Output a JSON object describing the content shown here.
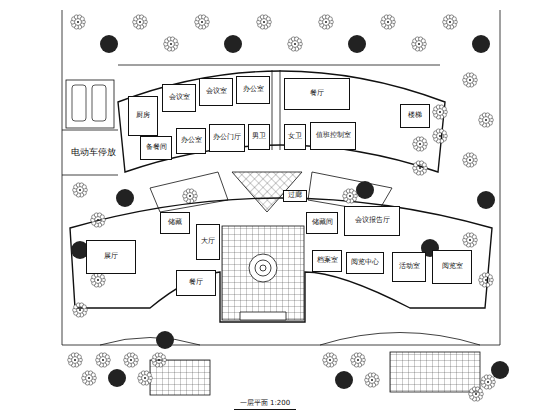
{
  "diagram": {
    "title": "一层平面 1:200",
    "nodes": [
      {
        "text": [
          "厨房"
        ]
      },
      {
        "text": [
          "会议室"
        ]
      },
      {
        "text": [
          "会议室"
        ]
      },
      {
        "text": [
          "办公室"
        ]
      },
      {
        "text": [
          "备餐间"
        ]
      },
      {
        "text": [
          "办公室"
        ]
      },
      {
        "text": [
          "办公门厅"
        ]
      },
      {
        "text": [
          "男卫"
        ]
      },
      {
        "text": [
          "餐厅"
        ]
      },
      {
        "text": [
          "女卫"
        ]
      },
      {
        "text": [
          "值班控制室"
        ]
      },
      {
        "text": [
          "楼梯"
        ]
      },
      {
        "text": [
          "过廊"
        ]
      },
      {
        "text": [
          "展厅"
        ]
      },
      {
        "text": [
          "储藏"
        ]
      },
      {
        "text": [
          "大厅"
        ]
      },
      {
        "text": [
          "餐厅"
        ]
      },
      {
        "text": [
          "储藏间"
        ]
      },
      {
        "text": [
          "会议报告厅"
        ]
      },
      {
        "text": [
          "档案室"
        ]
      },
      {
        "text": [
          "阅览中心"
        ]
      },
      {
        "text": [
          "活动室"
        ]
      },
      {
        "text": [
          "阅览室"
        ]
      }
    ],
    "labels": [
      "电动车停放"
    ]
  }
}
